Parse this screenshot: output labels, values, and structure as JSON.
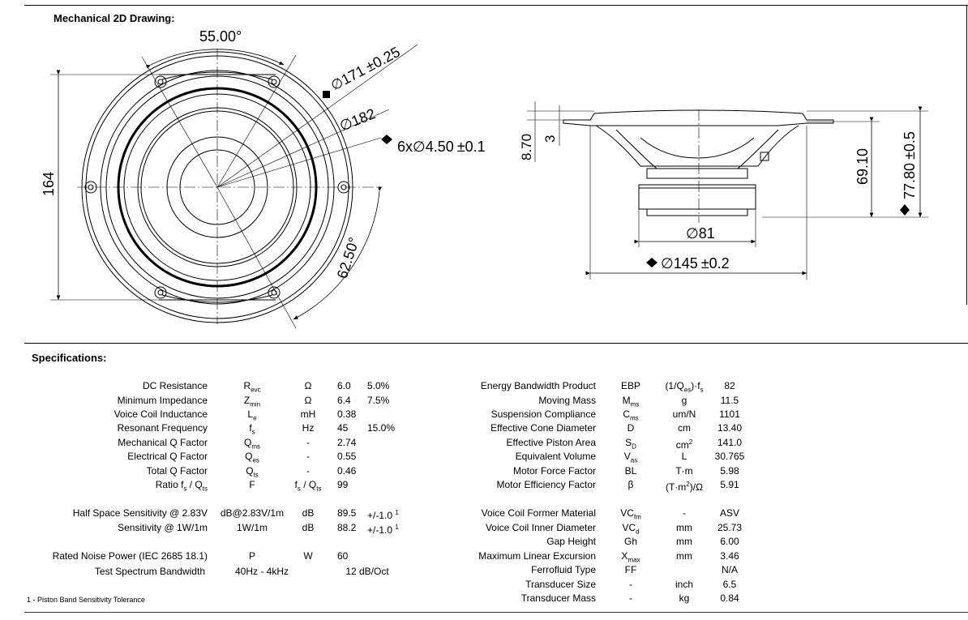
{
  "section_titles": {
    "drawing": "Mechanical 2D Drawing:",
    "specs": "Specifications:"
  },
  "drawing_labels": {
    "angle_top": "55.00°",
    "angle_bottom": "62.50°",
    "dia_171": "171",
    "tol_171": "±0.25",
    "dia_182": "182",
    "holes_count": "6x",
    "holes_dia": "4.50",
    "holes_tol": "±0.1",
    "height_164": "164",
    "depth_870": "8.70",
    "depth_3": "3",
    "depth_6910": "69.10",
    "depth_7780": "77.80",
    "depth_7780_tol": "±0.5",
    "dia_81": "81",
    "dia_145": "145",
    "tol_145": "±0.2"
  },
  "left_specs": [
    {
      "name": "DC Resistance",
      "sym": "R",
      "sub": "evc",
      "unit": "Ω",
      "value": "6.0",
      "tol": "5.0%"
    },
    {
      "name": "Minimum Impedance",
      "sym": "Z",
      "sub": "min",
      "unit": "Ω",
      "value": "6.4",
      "tol": "7.5%"
    },
    {
      "name": "Voice Coil Inductance",
      "sym": "L",
      "sub": "e",
      "unit": "mH",
      "value": "0.38",
      "tol": ""
    },
    {
      "name": "Resonant Frequency",
      "sym": "f",
      "sub": "s",
      "unit": "Hz",
      "value": "45",
      "tol": "15.0%"
    },
    {
      "name": "Mechanical Q Factor",
      "sym": "Q",
      "sub": "ms",
      "unit": "-",
      "value": "2.74",
      "tol": ""
    },
    {
      "name": "Electrical Q Factor",
      "sym": "Q",
      "sub": "es",
      "unit": "-",
      "value": "0.55",
      "tol": ""
    },
    {
      "name": "Total Q Factor",
      "sym": "Q",
      "sub": "ts",
      "unit": "-",
      "value": "0.46",
      "tol": ""
    },
    {
      "name": "Ratio f<sub>s</sub> / Q<sub>ts</sub>",
      "sym": "F",
      "sub": "",
      "unit": "f<sub>s</sub> / Q<sub>ts</sub>",
      "value": "99",
      "tol": ""
    },
    {
      "name": "Half Space Sensitivity @ 2.83V",
      "sym": "dB@2.83V/1m",
      "sub": "",
      "unit": "dB",
      "value": "89.5",
      "tol": "+/-1.0 <sup>1</sup>"
    },
    {
      "name": "Sensitivity @ 1W/1m",
      "sym": "1W/1m",
      "sub": "",
      "unit": "dB",
      "value": "88.2",
      "tol": "+/-1.0 <sup>1</sup>"
    },
    {
      "name": "Rated Noise Power (IEC 2685 18.1)",
      "sym": "P",
      "sub": "",
      "unit": "W",
      "value": "60",
      "tol": ""
    },
    {
      "name": "Test Spectrum Bandwidth",
      "sym": "40Hz - 4kHz",
      "sub": "",
      "unit": "",
      "value": "12 dB/Oct",
      "tol": ""
    }
  ],
  "right_specs": [
    {
      "name": "Energy Bandwidth Product",
      "sym": "EBP",
      "sub": "",
      "unit": "(1/Q<sub>es</sub>)·f<sub>s</sub>",
      "value": "82"
    },
    {
      "name": "Moving Mass",
      "sym": "M",
      "sub": "ms",
      "unit": "g",
      "value": "11.5"
    },
    {
      "name": "Suspension Compliance",
      "sym": "C",
      "sub": "ms",
      "unit": "um/N",
      "value": "1101"
    },
    {
      "name": "Effective Cone Diameter",
      "sym": "D",
      "sub": "",
      "unit": "cm",
      "value": "13.40"
    },
    {
      "name": "Effective Piston Area",
      "sym": "S",
      "sub": "D",
      "unit": "cm<sup>2</sup>",
      "value": "141.0"
    },
    {
      "name": "Equivalent Volume",
      "sym": "V",
      "sub": "as",
      "unit": "L",
      "value": "30.765"
    },
    {
      "name": "Motor Force Factor",
      "sym": "BL",
      "sub": "",
      "unit": "T·m",
      "value": "5.98"
    },
    {
      "name": "Motor Efficiency Factor",
      "sym": "β",
      "sub": "",
      "unit": "(T·m<sup>2</sup>)/Ω",
      "value": "5.91"
    },
    {
      "name": "Voice Coil Former Material",
      "sym": "VC",
      "sub": "fm",
      "unit": "-",
      "value": "ASV"
    },
    {
      "name": "Voice Coil Inner Diameter",
      "sym": "VC",
      "sub": "d",
      "unit": "mm",
      "value": "25.73"
    },
    {
      "name": "Gap Height",
      "sym": "Gh",
      "sub": "",
      "unit": "mm",
      "value": "6.00"
    },
    {
      "name": "Maximum Linear Excursion",
      "sym": "X",
      "sub": "max",
      "unit": "mm",
      "value": "3.46"
    },
    {
      "name": "Ferrofluid Type",
      "sym": "FF",
      "sub": "",
      "unit": "",
      "value": "N/A"
    },
    {
      "name": "Transducer Size",
      "sym": "-",
      "sub": "",
      "unit": "inch",
      "value": "6.5"
    },
    {
      "name": "Transducer Mass",
      "sym": "-",
      "sub": "",
      "unit": "kg",
      "value": "0.84"
    }
  ],
  "footnote": "1 - Piston Band Sensitivity Tolerance"
}
